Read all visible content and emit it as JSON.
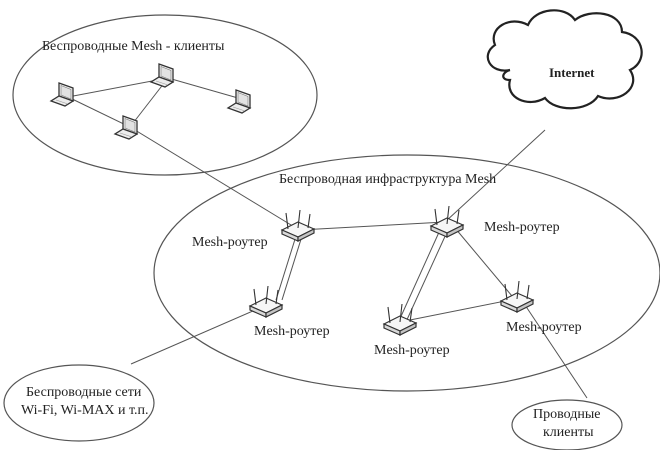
{
  "clients_group": {
    "title": "Беспроводные  Mesh - клиенты"
  },
  "internet": {
    "label": "Internet"
  },
  "infrastructure": {
    "title": "Беспроводная инфраструктура Mesh"
  },
  "routers": {
    "r1": "Mesh-роутер",
    "r2": "Mesh-роутер",
    "r3": "Mesh-роутер",
    "r4": "Mesh-роутер",
    "r5": "Mesh-роутер"
  },
  "wireless_networks": {
    "line1": "Беспроводные сети",
    "line2": "Wi-Fi, Wi-MAX  и т.п."
  },
  "wired_clients": {
    "line1": "Проводные",
    "line2": "клиенты"
  },
  "icons": {
    "laptop": "laptop-icon",
    "router": "wireless-router-icon",
    "cloud": "cloud-icon"
  }
}
